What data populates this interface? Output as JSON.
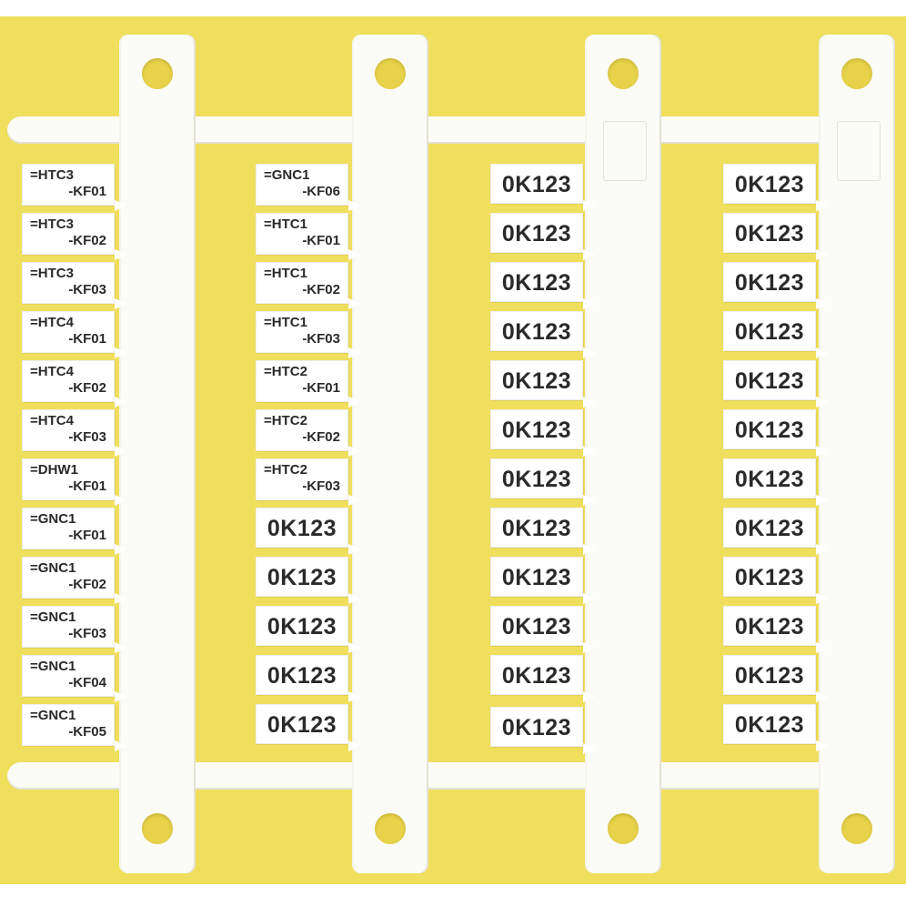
{
  "columns": [
    {
      "labels": [
        [
          "=HTC3",
          "-KF01"
        ],
        [
          "=HTC3",
          "-KF02"
        ],
        [
          "=HTC3",
          "-KF03"
        ],
        [
          "=HTC4",
          "-KF01"
        ],
        [
          "=HTC4",
          "-KF02"
        ],
        [
          "=HTC4",
          "-KF03"
        ],
        [
          "=DHW1",
          "-KF01"
        ],
        [
          "=GNC1",
          "-KF01"
        ],
        [
          "=GNC1",
          "-KF02"
        ],
        [
          "=GNC1",
          "-KF03"
        ],
        [
          "=GNC1",
          "-KF04"
        ],
        [
          "=GNC1",
          "-KF05"
        ]
      ]
    },
    {
      "labels": [
        [
          "=GNC1",
          "-KF06"
        ],
        [
          "=HTC1",
          "-KF01"
        ],
        [
          "=HTC1",
          "-KF02"
        ],
        [
          "=HTC1",
          "-KF03"
        ],
        [
          "=HTC2",
          "-KF01"
        ],
        [
          "=HTC2",
          "-KF02"
        ],
        [
          "=HTC2",
          "-KF03"
        ],
        [
          "0K123"
        ],
        [
          "0K123"
        ],
        [
          "0K123"
        ],
        [
          "0K123"
        ],
        [
          "0K123"
        ]
      ]
    },
    {
      "labels": [
        [
          "0K123"
        ],
        [
          "0K123"
        ],
        [
          "0K123"
        ],
        [
          "0K123"
        ],
        [
          "0K123"
        ],
        [
          "0K123"
        ],
        [
          "0K123"
        ],
        [
          "0K123"
        ],
        [
          "0K123"
        ],
        [
          "0K123"
        ],
        [
          "0K123"
        ],
        [
          "0K123"
        ]
      ]
    },
    {
      "labels": [
        [
          "0K123"
        ],
        [
          "0K123"
        ],
        [
          "0K123"
        ],
        [
          "0K123"
        ],
        [
          "0K123"
        ],
        [
          "0K123"
        ],
        [
          "0K123"
        ],
        [
          "0K123"
        ],
        [
          "0K123"
        ],
        [
          "0K123"
        ],
        [
          "0K123"
        ],
        [
          "0K123"
        ]
      ]
    }
  ],
  "colors": {
    "board": "#efdf5c",
    "carrier": "#fbfbf7",
    "label": "#ffffff",
    "text": "#2a2a2a"
  }
}
